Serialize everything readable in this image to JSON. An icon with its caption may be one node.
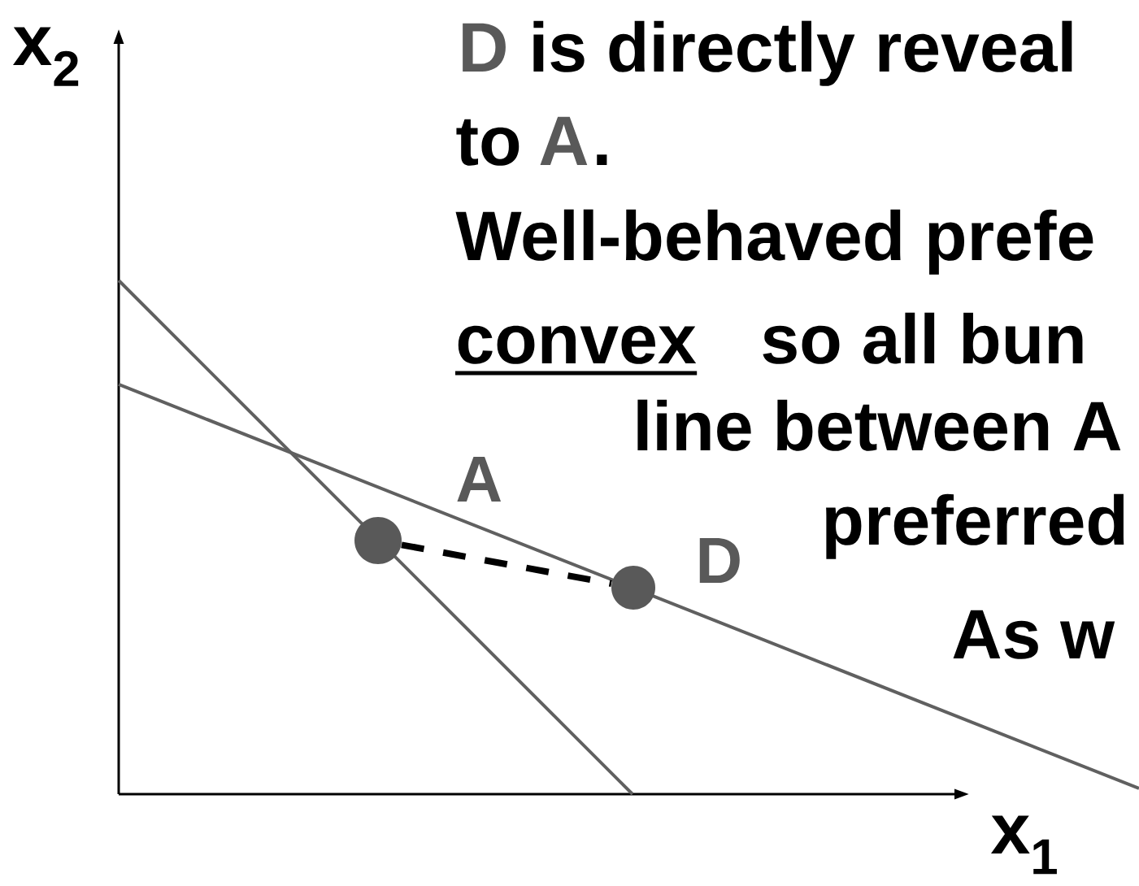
{
  "diagram": {
    "nodes": [
      {
        "text": [],
        "shape": "circle",
        "beside": [
          "A"
        ]
      },
      {
        "text": [],
        "shape": "circle",
        "beside": [
          "D"
        ]
      }
    ],
    "edges": [
      {
        "from": 0,
        "to": 1,
        "arrow": "none",
        "style": "dashed"
      }
    ],
    "labels": [
      "x$_{2}$",
      "x$_{1}$",
      "D",
      "is directly reveal",
      "to",
      "A",
      ".",
      "Well-behaved prefe",
      "convex",
      "so all bun",
      "line between A",
      "preferred",
      "As w"
    ]
  }
}
